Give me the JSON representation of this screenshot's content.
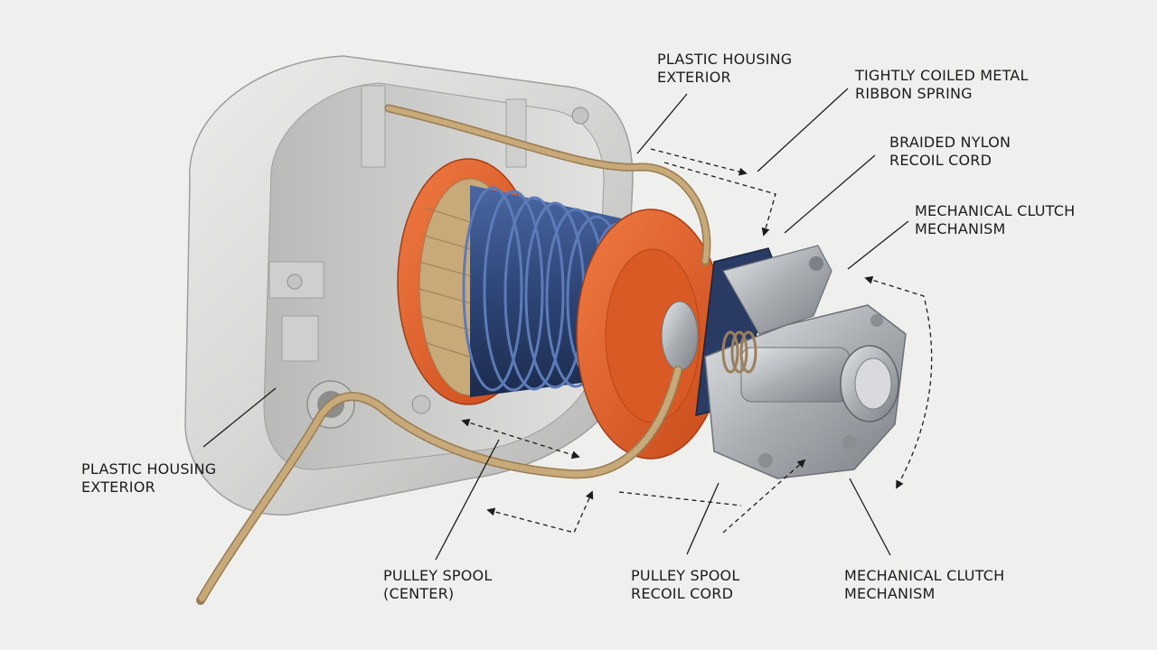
{
  "colors": {
    "background": "#efefed",
    "housing": "#d9d9d8",
    "housing_shadow": "#a9a9a8",
    "spool_flange": "#e0612a",
    "spring": "#2e4677",
    "cord": "#c7a97a",
    "clutch_metal": "#b5b8bc",
    "clutch_bracket": "#2a3b63",
    "leader_line": "#1c1c1c"
  },
  "labels": {
    "housing_top": [
      "PLASTIC HOUSING",
      "EXTERIOR"
    ],
    "spring": [
      "TIGHTLY COILED METAL",
      "RIBBON SPRING"
    ],
    "cord_top": [
      "BRAIDED NYLON",
      "RECOIL CORD"
    ],
    "clutch_top": [
      "MECHANICAL CLUTCH",
      "MECHANISM"
    ],
    "housing_left": [
      "PLASTIC HOUSING",
      "EXTERIOR"
    ],
    "spool_center": [
      "PULLEY SPOOL",
      "(CENTER)"
    ],
    "spool_cord": [
      "PULLEY SPOOL",
      "RECOIL CORD"
    ],
    "clutch_bottom": [
      "MECHANICAL CLUTCH",
      "MECHANISM"
    ]
  }
}
